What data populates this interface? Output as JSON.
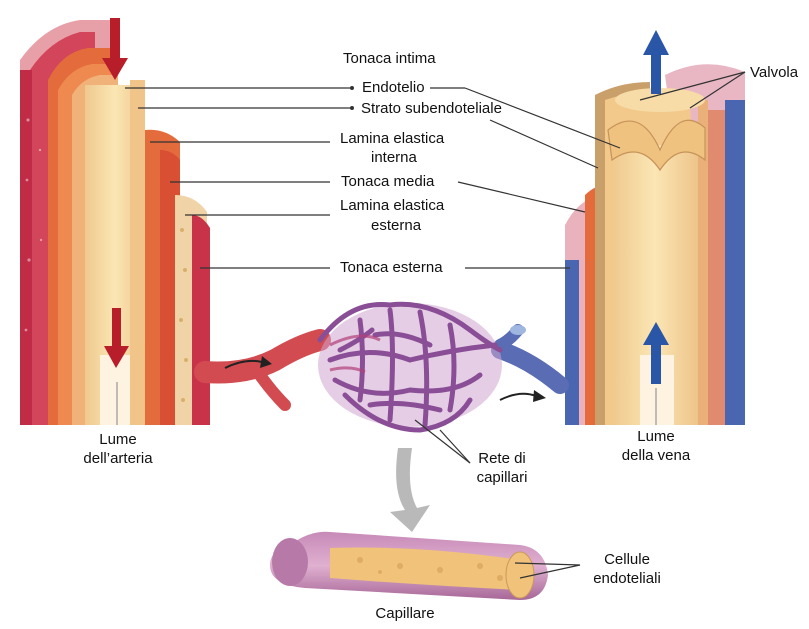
{
  "labels": {
    "tonaca_intima": "Tonaca intima",
    "endotelio": "Endotelio",
    "strato_subendoteliale": "Strato subendoteliale",
    "lamina_elastica_interna_1": "Lamina elastica",
    "lamina_elastica_interna_2": "interna",
    "tonaca_media": "Tonaca media",
    "lamina_elastica_esterna_1": "Lamina elastica",
    "lamina_elastica_esterna_2": "esterna",
    "tonaca_esterna": "Tonaca esterna",
    "valvola": "Valvola",
    "lume_arteria_1": "Lume",
    "lume_arteria_2": "dell’arteria",
    "lume_vena_1": "Lume",
    "lume_vena_2": "della vena",
    "rete_capillari_1": "Rete di",
    "rete_capillari_2": "capillari",
    "cellule_1": "Cellule",
    "cellule_2": "endoteliali",
    "capillare": "Capillare"
  },
  "colors": {
    "artery_red": "#c8334a",
    "artery_muscle": "#e06a3e",
    "intima_tan": "#e7b57c",
    "lumen": "#f6dfa8",
    "vein_blue": "#4a66b0",
    "capillary_purple": "#8a5a9e",
    "arrow_red": "#b81d2a",
    "arrow_blue": "#2a56a8"
  }
}
